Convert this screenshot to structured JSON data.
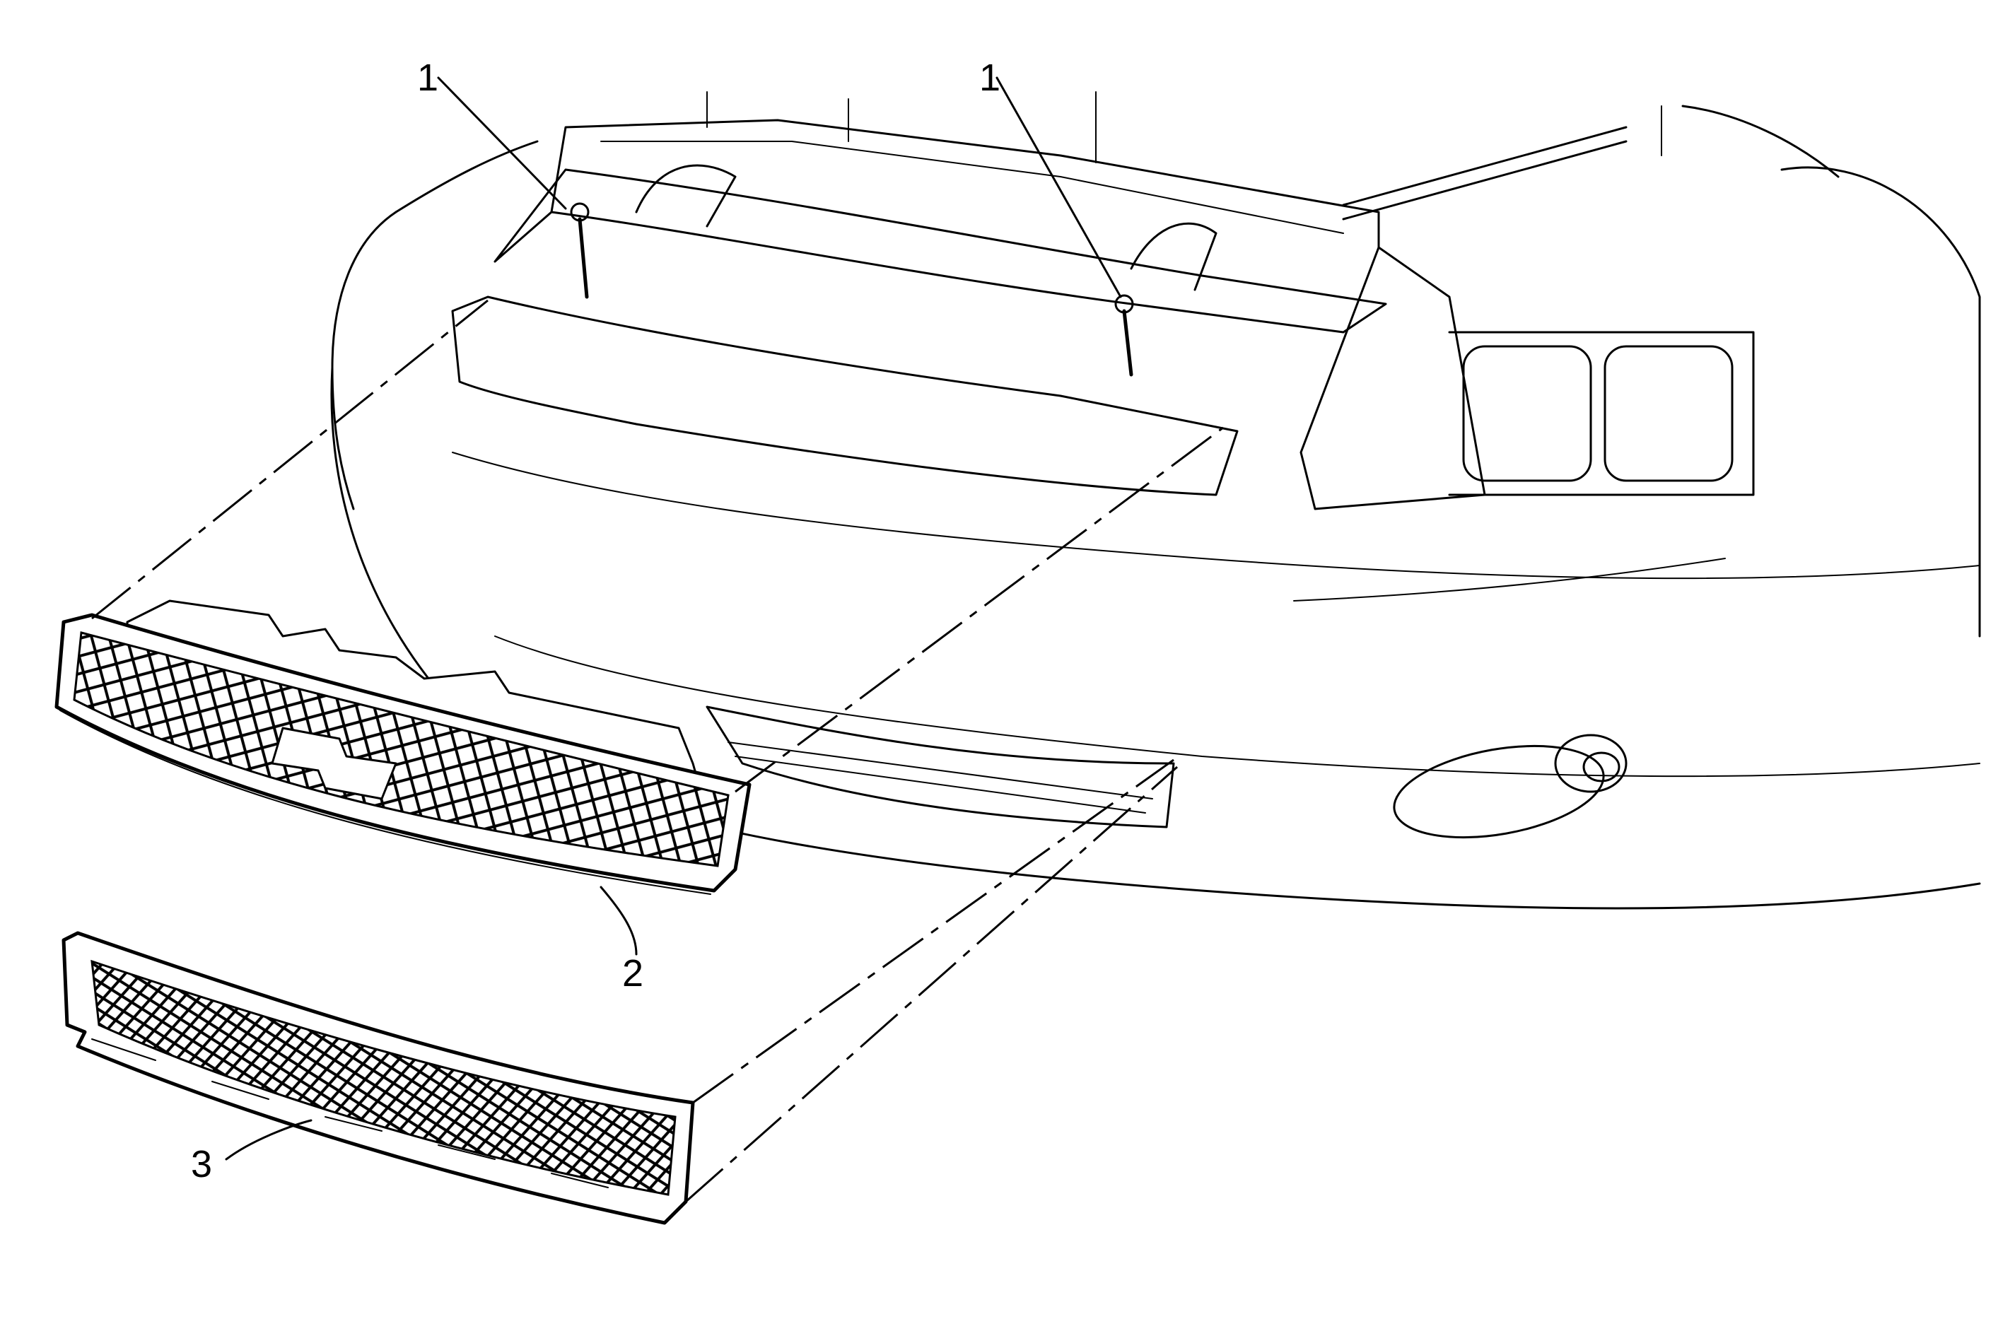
{
  "callouts": {
    "label_1a": "1",
    "label_1b": "1",
    "label_2": "2",
    "label_3": "3"
  },
  "colors": {
    "line": "#000000",
    "background": "#ffffff"
  }
}
